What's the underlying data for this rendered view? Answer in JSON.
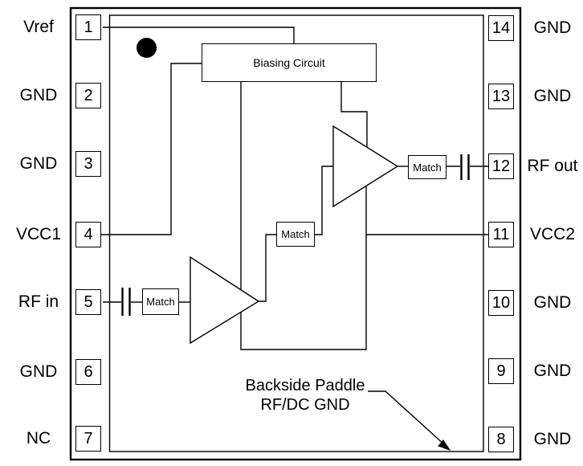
{
  "diagram": {
    "biasing_label": "Biasing Circuit",
    "match_label": "Match",
    "backside_note_line1": "Backside Paddle",
    "backside_note_line2": "RF/DC GND"
  },
  "pins": {
    "left": [
      {
        "number": "1",
        "label": "Vref"
      },
      {
        "number": "2",
        "label": "GND"
      },
      {
        "number": "3",
        "label": "GND"
      },
      {
        "number": "4",
        "label": "VCC1"
      },
      {
        "number": "5",
        "label": "RF in"
      },
      {
        "number": "6",
        "label": "GND"
      },
      {
        "number": "7",
        "label": "NC"
      }
    ],
    "right": [
      {
        "number": "14",
        "label": "GND"
      },
      {
        "number": "13",
        "label": "GND"
      },
      {
        "number": "12",
        "label": "RF out"
      },
      {
        "number": "11",
        "label": "VCC2"
      },
      {
        "number": "10",
        "label": "GND"
      },
      {
        "number": "9",
        "label": "GND"
      },
      {
        "number": "8",
        "label": "GND"
      }
    ]
  },
  "colors": {
    "line": "#000000",
    "background": "#ffffff",
    "pin1_marker": "#000000"
  }
}
